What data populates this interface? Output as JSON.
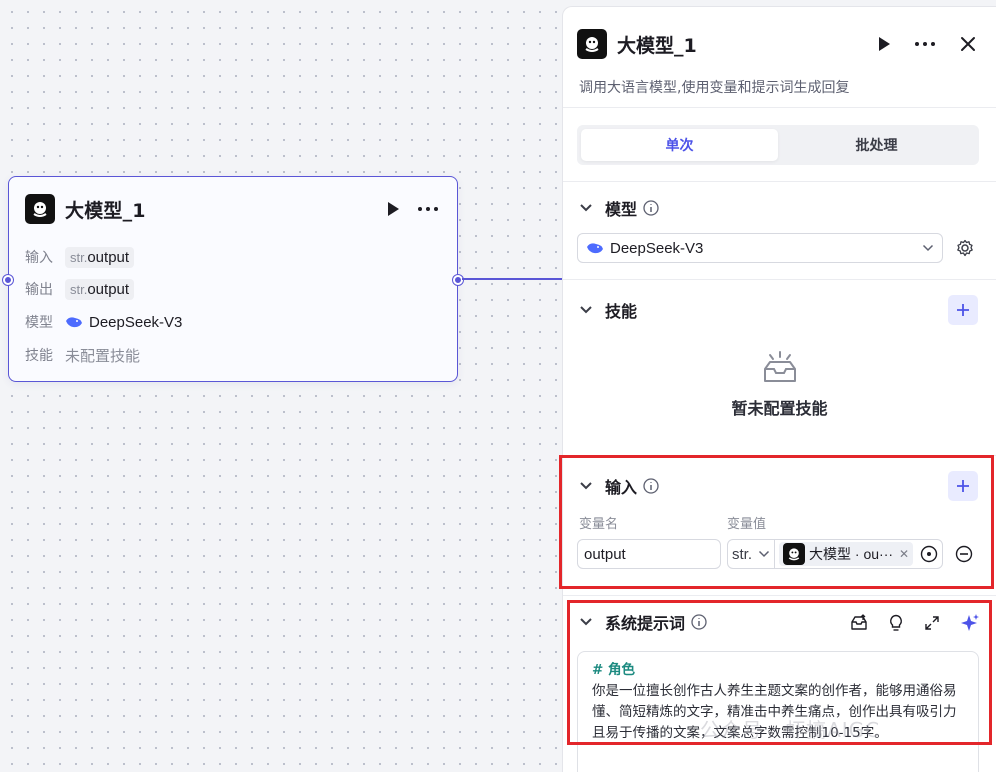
{
  "node": {
    "title": "大模型_1",
    "rows": [
      {
        "key": "输入",
        "type": "str.",
        "value": "output"
      },
      {
        "key": "输出",
        "type": "str.",
        "value": "output"
      }
    ],
    "model_key": "模型",
    "model_value": "DeepSeek-V3",
    "skill_key": "技能",
    "skill_value": "未配置技能"
  },
  "panel": {
    "title": "大模型_1",
    "description": "调用大语言模型,使用变量和提示词生成回复",
    "tabs": [
      {
        "label": "单次"
      },
      {
        "label": "批处理"
      }
    ],
    "model_section": {
      "title": "模型",
      "selected": "DeepSeek-V3"
    },
    "skill_section": {
      "title": "技能",
      "empty_text": "暂未配置技能"
    },
    "input_section": {
      "title": "输入",
      "col_name": "变量名",
      "col_value": "变量值",
      "var_name": "output",
      "type": "str.",
      "ref_label": "大模型 · ou···"
    },
    "prompt_section": {
      "title": "系统提示词",
      "heading": "# 角色",
      "body": "你是一位擅长创作古人养生主题文案的创作者，能够用通俗易懂、简短精炼的文字，精准击中养生痛点，创作出具有吸引力且易于传播的文案，文案总字数需控制10-15字。"
    }
  },
  "watermark": "公众号 · 虾搞AIGC",
  "colors": {
    "accent": "#4d53e8",
    "highlight": "#e3262a",
    "node_border": "#5a56d6"
  }
}
